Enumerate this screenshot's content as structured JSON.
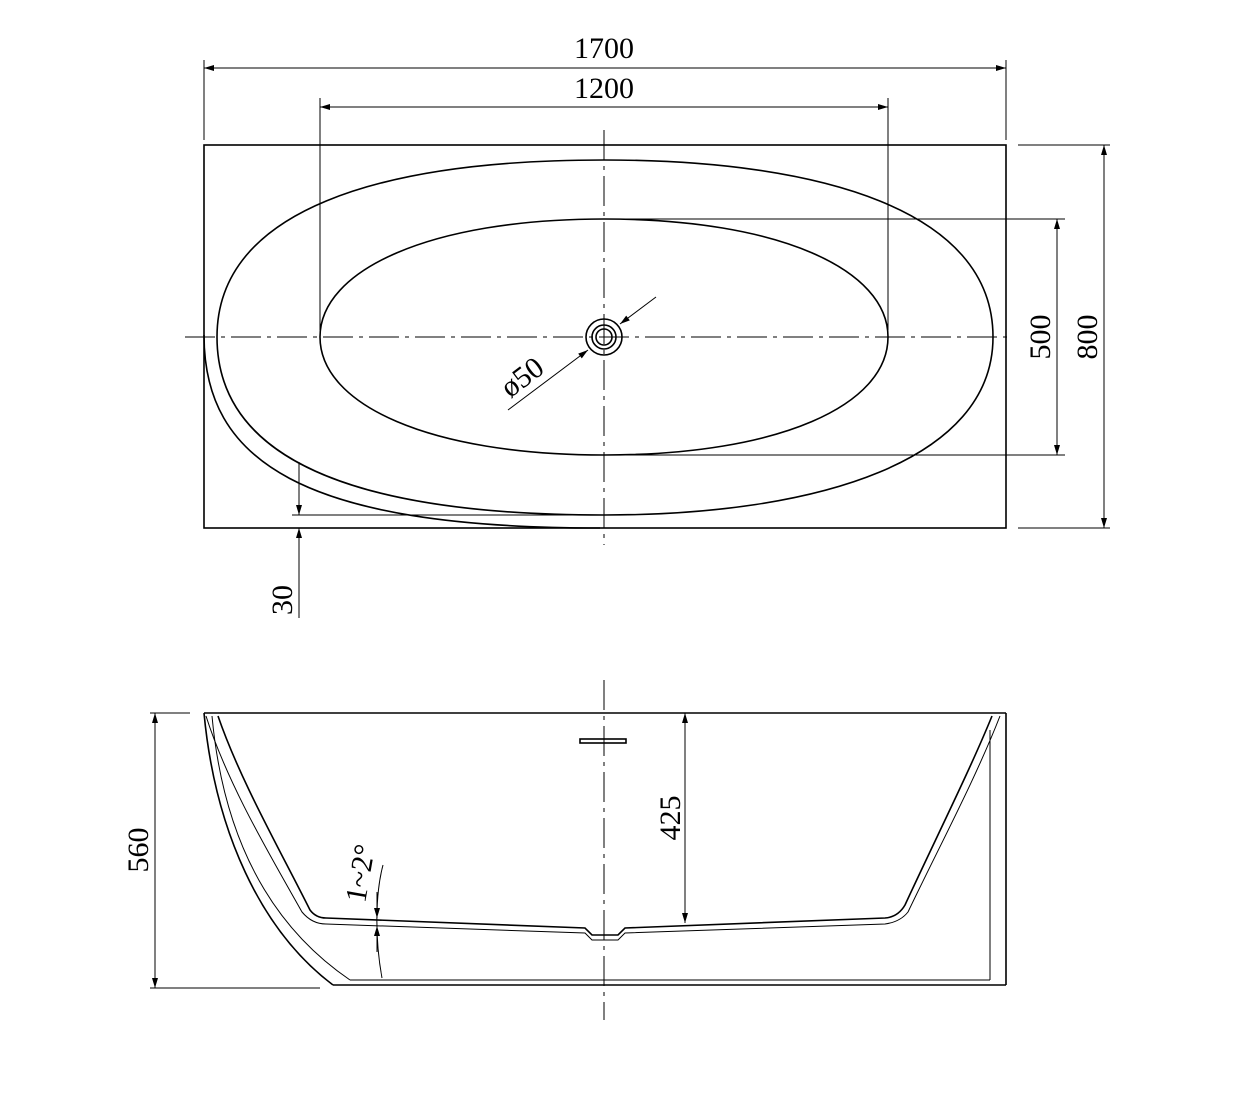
{
  "drawing": {
    "top_view": {
      "overall_length": "1700",
      "basin_length": "1200",
      "basin_width": "500",
      "overall_width": "800",
      "rim_offset": "30",
      "drain_diameter": "ø50"
    },
    "side_view": {
      "overall_height": "560",
      "basin_depth": "425",
      "floor_slope": "1~2°"
    }
  }
}
